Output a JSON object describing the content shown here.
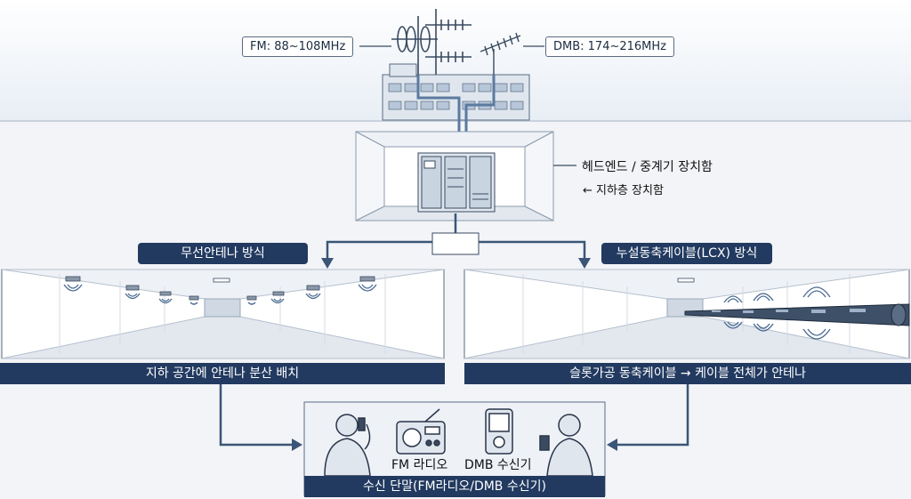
{
  "antenna": {
    "fm_label": "FM: 88~108MHz",
    "dmb_label": "DMB: 174~216MHz"
  },
  "headend": {
    "title": "헤드엔드 / 중계기 장치함",
    "subtitle": "← 지하층 장치함"
  },
  "method_left": {
    "title": "무선안테나 방식",
    "caption": "지하 공간에 안테나 분산 배치"
  },
  "method_right": {
    "title": "누설동축케이블(LCX) 방식",
    "caption": "슬롯가공 동축케이블 → 케이블 전체가 안테나"
  },
  "terminals": {
    "fm_radio": "FM 라디오",
    "dmb_receiver": "DMB 수신기",
    "caption": "수신 단말(FM라디오/DMB 수신기)"
  },
  "colors": {
    "navy": "#223a60",
    "line": "#3a5577",
    "wall": "#c9d2dd"
  }
}
